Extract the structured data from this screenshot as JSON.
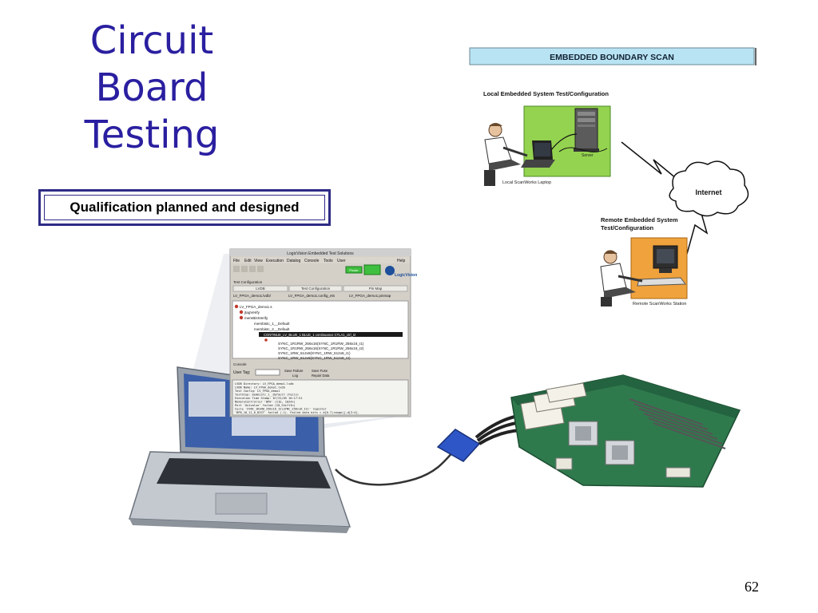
{
  "slide": {
    "title_lines": [
      "Circuit",
      "Board",
      "Testing"
    ],
    "qualification_label": "Qualification planned and designed",
    "page_number": "62"
  },
  "boundary_scan": {
    "banner": "EMBEDDED BOUNDARY SCAN",
    "local_heading": "Local Embedded System Test/Configuration",
    "server_label": "Server",
    "laptop_label": "Local ScanWorks Laptop",
    "internet_label": "Internet",
    "remote_heading_1": "Remote Embedded System",
    "remote_heading_2": "Test/Configuration",
    "station_label": "Remote ScanWorks Station"
  },
  "software_window": {
    "title": "LogicVision Embedded Test Solutions",
    "menu": [
      "File",
      "Edit",
      "View",
      "Execution",
      "Datalog",
      "Console",
      "Tools",
      "User",
      "Help"
    ],
    "logo": "LogicVision",
    "power_label": "Power",
    "section_label": "Test Configuration",
    "columns": [
      "LVDB",
      "Test Configuration",
      "Pin Map"
    ],
    "values": [
      "LV_FPGA_demo1.lvdb/",
      "LV_FPGA_demo1.config_ets",
      "LV_FPGA_demo1.pinmap"
    ],
    "tree": [
      "LV_FPGA_demo1.s",
      "jtagVerify",
      "memBistVerify",
      "membistc_1__Default",
      "membistc_2__Default",
      "CONTINUE_LV_BLUE_1 BLUE_1 continuance CTLA1_ctrl_I2",
      "SYNC_1R1RW_256x16(SYNC_1R1RW_256x16_I1)",
      "SYNC_1R1RW_256x16(SYNC_1R1RW_256x16_I2)",
      "SYNC_1RW_512x8(SYNC_1RW_512x8_I1)",
      "SYNC_1RW_512x8(SYNC_1RW_512x8_I2)"
    ],
    "console_label": "Console",
    "user_tag_label": "User Tag:",
    "buttons": [
      "Save Failure",
      "Save Fuse",
      "Log",
      "Repair Data"
    ],
    "log_lines": [
      "LVDB Directory:     LV_FPGA_demo1.lvdb",
      "LVDB Name:          LV_FPGA_demo1.lvdb",
      "Test Config:        LV_FPGA_demo1",
      "  TestStep: membistc_1__Default  (Fails)",
      "  Execution Time Stamp: 07/22/05 10:17:51",
      "    MemoryController 'BP0' (I1b, 1024x)",
      "      Port 'Outvalue' failed (I0_ShiftIn)",
      "    Cycle 'SYNC_1R1RW_256x16_I2(SYNC_256x16_I2)' register",
      "  'BP0_10_11_6_BIST' failed (-1). Failed data bits = d[0-7(range)]-d[3:4]."
    ]
  }
}
